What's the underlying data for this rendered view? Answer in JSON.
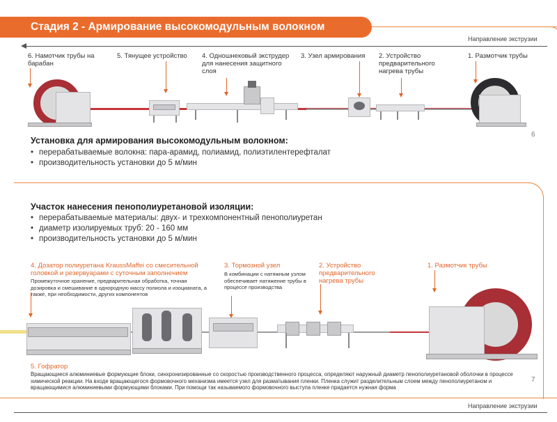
{
  "header": {
    "title": "Стадия 2 - Армирование высокомодульным волокном"
  },
  "direction_label": "Направление экструзии",
  "section1": {
    "stations": [
      {
        "label": "6. Намотчик трубы на барабан"
      },
      {
        "label": "5. Тянущее устройство"
      },
      {
        "label": "4. Одношнековый экструдер для нанесения защитного слоя"
      },
      {
        "label": "3. Узел армирования"
      },
      {
        "label": "2. Устройство предварительного нагрева трубы"
      },
      {
        "label": "1. Размотчик трубы"
      }
    ],
    "heading": "Установка для армирования высокомодульным волокном:",
    "bullets": [
      "перерабатываемые волокна: пара-арамид, полиамид, полиэтилентерефталат",
      "производительность установки до 5 м/мин"
    ],
    "page": "6"
  },
  "section2": {
    "heading": "Участок нанесения пенополиуретановой изоляции:",
    "bullets": [
      "перерабатываемые материалы: двух- и трехкомпонентный пенополиуретан",
      "диаметр изолируемых труб: 20 - 160 мм",
      "производительность установки до 5 м/мин"
    ],
    "stations": {
      "s4": {
        "title": "4. Дозатор полиуретана KraussMaffei со смесительной головкой и резервуарами с суточным заполнением",
        "desc": "Промежуточное хранение, предварительная обработка, точная дозировка и смешивание в однородную массу полиола и изоцианата, а также, при необходимости, других компонентов"
      },
      "s3": {
        "title": "3. Тормозной узел",
        "desc": "В комбинации с натяжным узлом обеспечивает натяжение трубы в процессе производства"
      },
      "s2": {
        "title": "2. Устройство предварительного нагрева трубы"
      },
      "s1": {
        "title": "1. Размотчик трубы"
      },
      "s5": {
        "title": "5. Гофратор",
        "desc": "Вращающиеся алюминиевые формующие блоки, синхронизированные со скоростью производственного процесса, определяют наружный диаметр пенополиуретановой оболочки в процессе химической реакции. На входе вращающегося формовочного механизма имеется узел для разматывания пленки. Пленка служит разделительным слоем между пенополиуретаном и вращающимися алюминиевыми формующими блоками. При помощи так называемого формовочного выступа пленке придается нужная форма"
      }
    },
    "page": "7"
  },
  "colors": {
    "accent": "#ea6c2d",
    "pipe": "#c4343a"
  }
}
